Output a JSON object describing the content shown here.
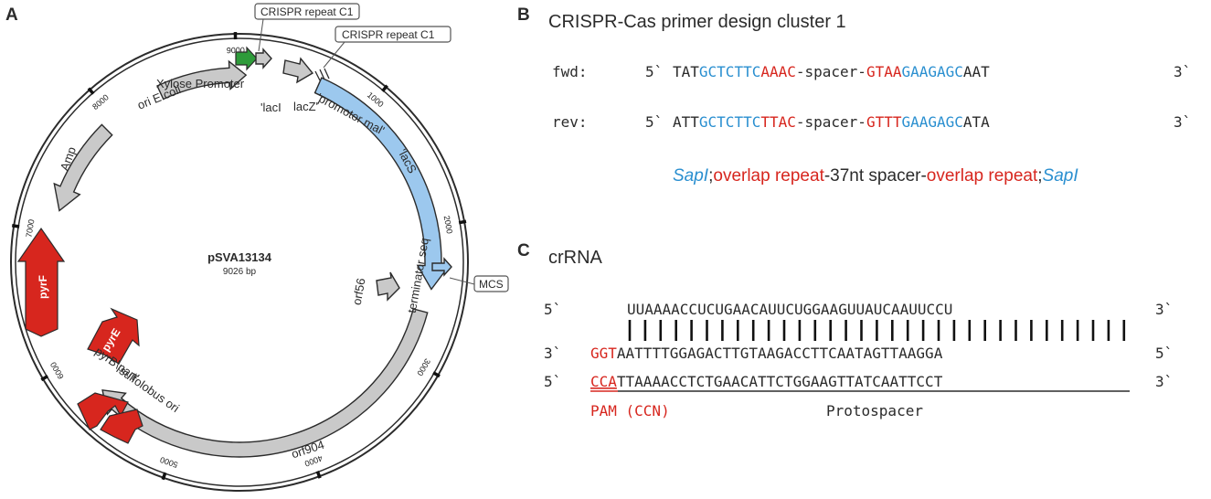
{
  "panels": {
    "a": "A",
    "b": "B",
    "c": "C"
  },
  "plasmid": {
    "name": "pSVA13134",
    "size": "9026 bp",
    "ticks": [
      "1000",
      "2000",
      "3000",
      "4000",
      "5000",
      "6000",
      "7000",
      "8000",
      "9000"
    ],
    "features": {
      "ori_ecoli": "ori E.coli",
      "xylose_promoter": "Xylose Promoter",
      "laci": "'lacI",
      "lacz": "lacZ'",
      "promotor_mal": "'promotor mal'",
      "lacs": "'lacS",
      "terminator": "terminator seq",
      "orf56": "orf56",
      "orf904": "orf904",
      "amp": "Amp",
      "pyrf": "pyrF",
      "pyre": "pyrE",
      "pyrb": "pyrB\\part'",
      "sulfolobus_ori": "sulfolobus ori"
    },
    "callouts": {
      "crispr1": "CRISPR repeat C1",
      "crispr2": "CRISPR repeat C1",
      "mcs": "MCS"
    }
  },
  "primer": {
    "title": "CRISPR-Cas primer design cluster 1",
    "fwd": {
      "label": "fwd:",
      "five": "5`",
      "p1": "TAT",
      "p2": "GCTCTTC",
      "p3": "AAAC",
      "p4": "-spacer-",
      "p5": "GTAA",
      "p6": "GAAGAGC",
      "p7": "AAT",
      "three": "3`"
    },
    "rev": {
      "label": "rev:",
      "five": "5`",
      "p1": "ATT",
      "p2": "GCTCTTC",
      "p3": "TTAC",
      "p4": "-spacer-",
      "p5": "GTTT",
      "p6": "GAAGAGC",
      "p7": "ATA",
      "three": "3`"
    },
    "legend": {
      "sapi1": "SapI",
      "sep1": ";",
      "overlap1": "overlap repeat",
      "spacer": "-37nt spacer-",
      "overlap2": "overlap repeat",
      "sep2": ";",
      "sapi2": "SapI"
    }
  },
  "crrna": {
    "title": "crRNA",
    "row1": {
      "five": "5`",
      "seq": "UUAAAACCUCUGAACAUUCUGGAAGUUAUCAAUUCCU",
      "three": "3`"
    },
    "bonds": 33,
    "row2": {
      "three": "3`",
      "red": "GGT",
      "seq": "AATTTTGGAGACTTGTAAGACCTTCAATAGTTAAGGA",
      "five": "5`"
    },
    "row3": {
      "five": "5`",
      "red": "CCA",
      "seq": "TTAAAACCTCTGAACATTCTGGAAGTTATCAATTCCT",
      "three": "3`"
    },
    "pam_label": "PAM (CCN)",
    "protospacer_label": "Protospacer"
  }
}
